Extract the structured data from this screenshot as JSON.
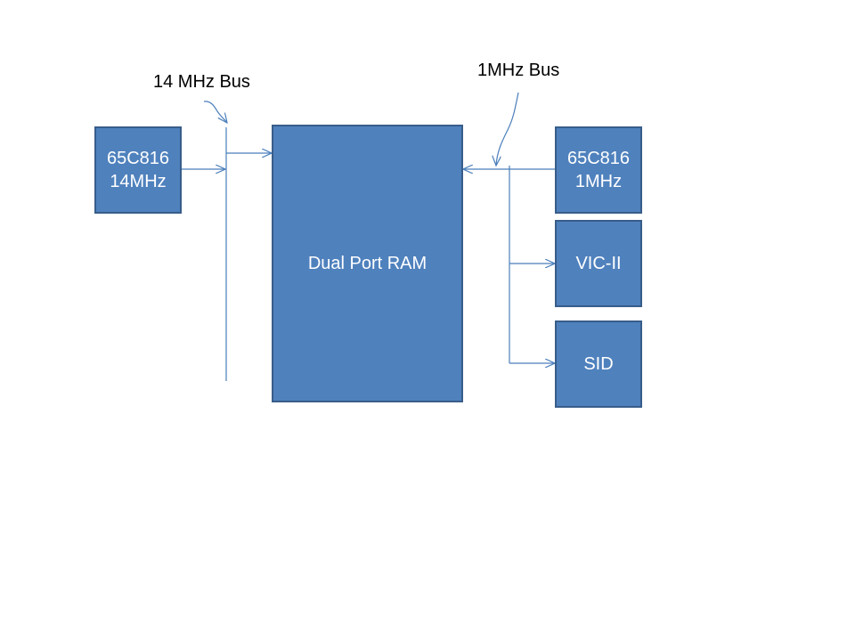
{
  "labels": {
    "bus_14": "14 MHz Bus",
    "bus_1": "1MHz Bus"
  },
  "blocks": {
    "cpu_fast": {
      "line1": "65C816",
      "line2": "14MHz"
    },
    "ram": {
      "label": "Dual Port RAM"
    },
    "cpu_slow": {
      "line1": "65C816",
      "line2": "1MHz"
    },
    "vic": {
      "label": "VIC-II"
    },
    "sid": {
      "label": "SID"
    }
  },
  "colors": {
    "block_fill": "#4f81bd",
    "block_border": "#385d8a",
    "connector": "#4a7ebb",
    "text_on_block": "#ffffff"
  }
}
